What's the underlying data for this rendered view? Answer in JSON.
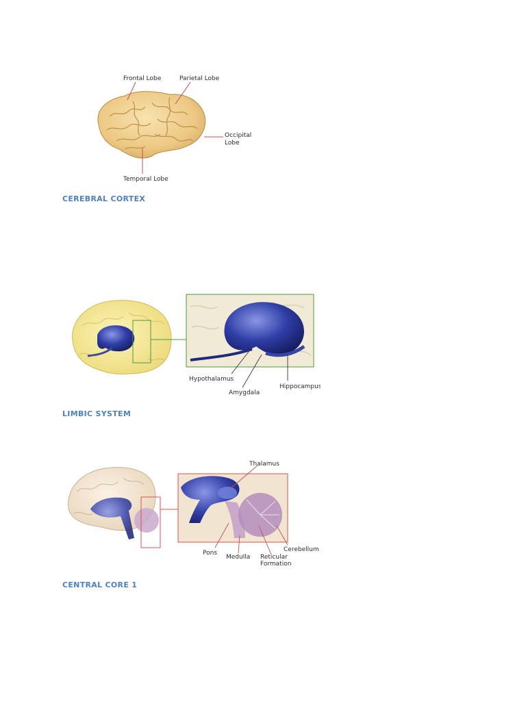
{
  "sections": [
    {
      "caption": "CEREBRAL CORTEX",
      "labels": {
        "frontal": "Frontal Lobe",
        "parietal": "Parietal Lobe",
        "occipital_1": "Occipital",
        "occipital_2": "Lobe",
        "temporal": "Temporal Lobe"
      }
    },
    {
      "caption": "LIMBIC SYSTEM",
      "labels": {
        "hypothalamus": "Hypothalamus",
        "amygdala": "Amygdala",
        "hippocampus": "Hippocampus"
      }
    },
    {
      "caption": "CENTRAL CORE 1",
      "labels": {
        "thalamus": "Thalamus",
        "pons": "Pons",
        "medulla": "Medulla",
        "reticular_1": "Reticular",
        "reticular_2": "Formation",
        "cerebellum": "Cerebellum"
      }
    }
  ],
  "colors": {
    "caption": "#4f81bd",
    "limbic_frame": "#4c9a3c",
    "core_frame": "#d9534f",
    "limbic_blue": "#2b3a9e",
    "cortex_tan": "#efcf8f"
  }
}
